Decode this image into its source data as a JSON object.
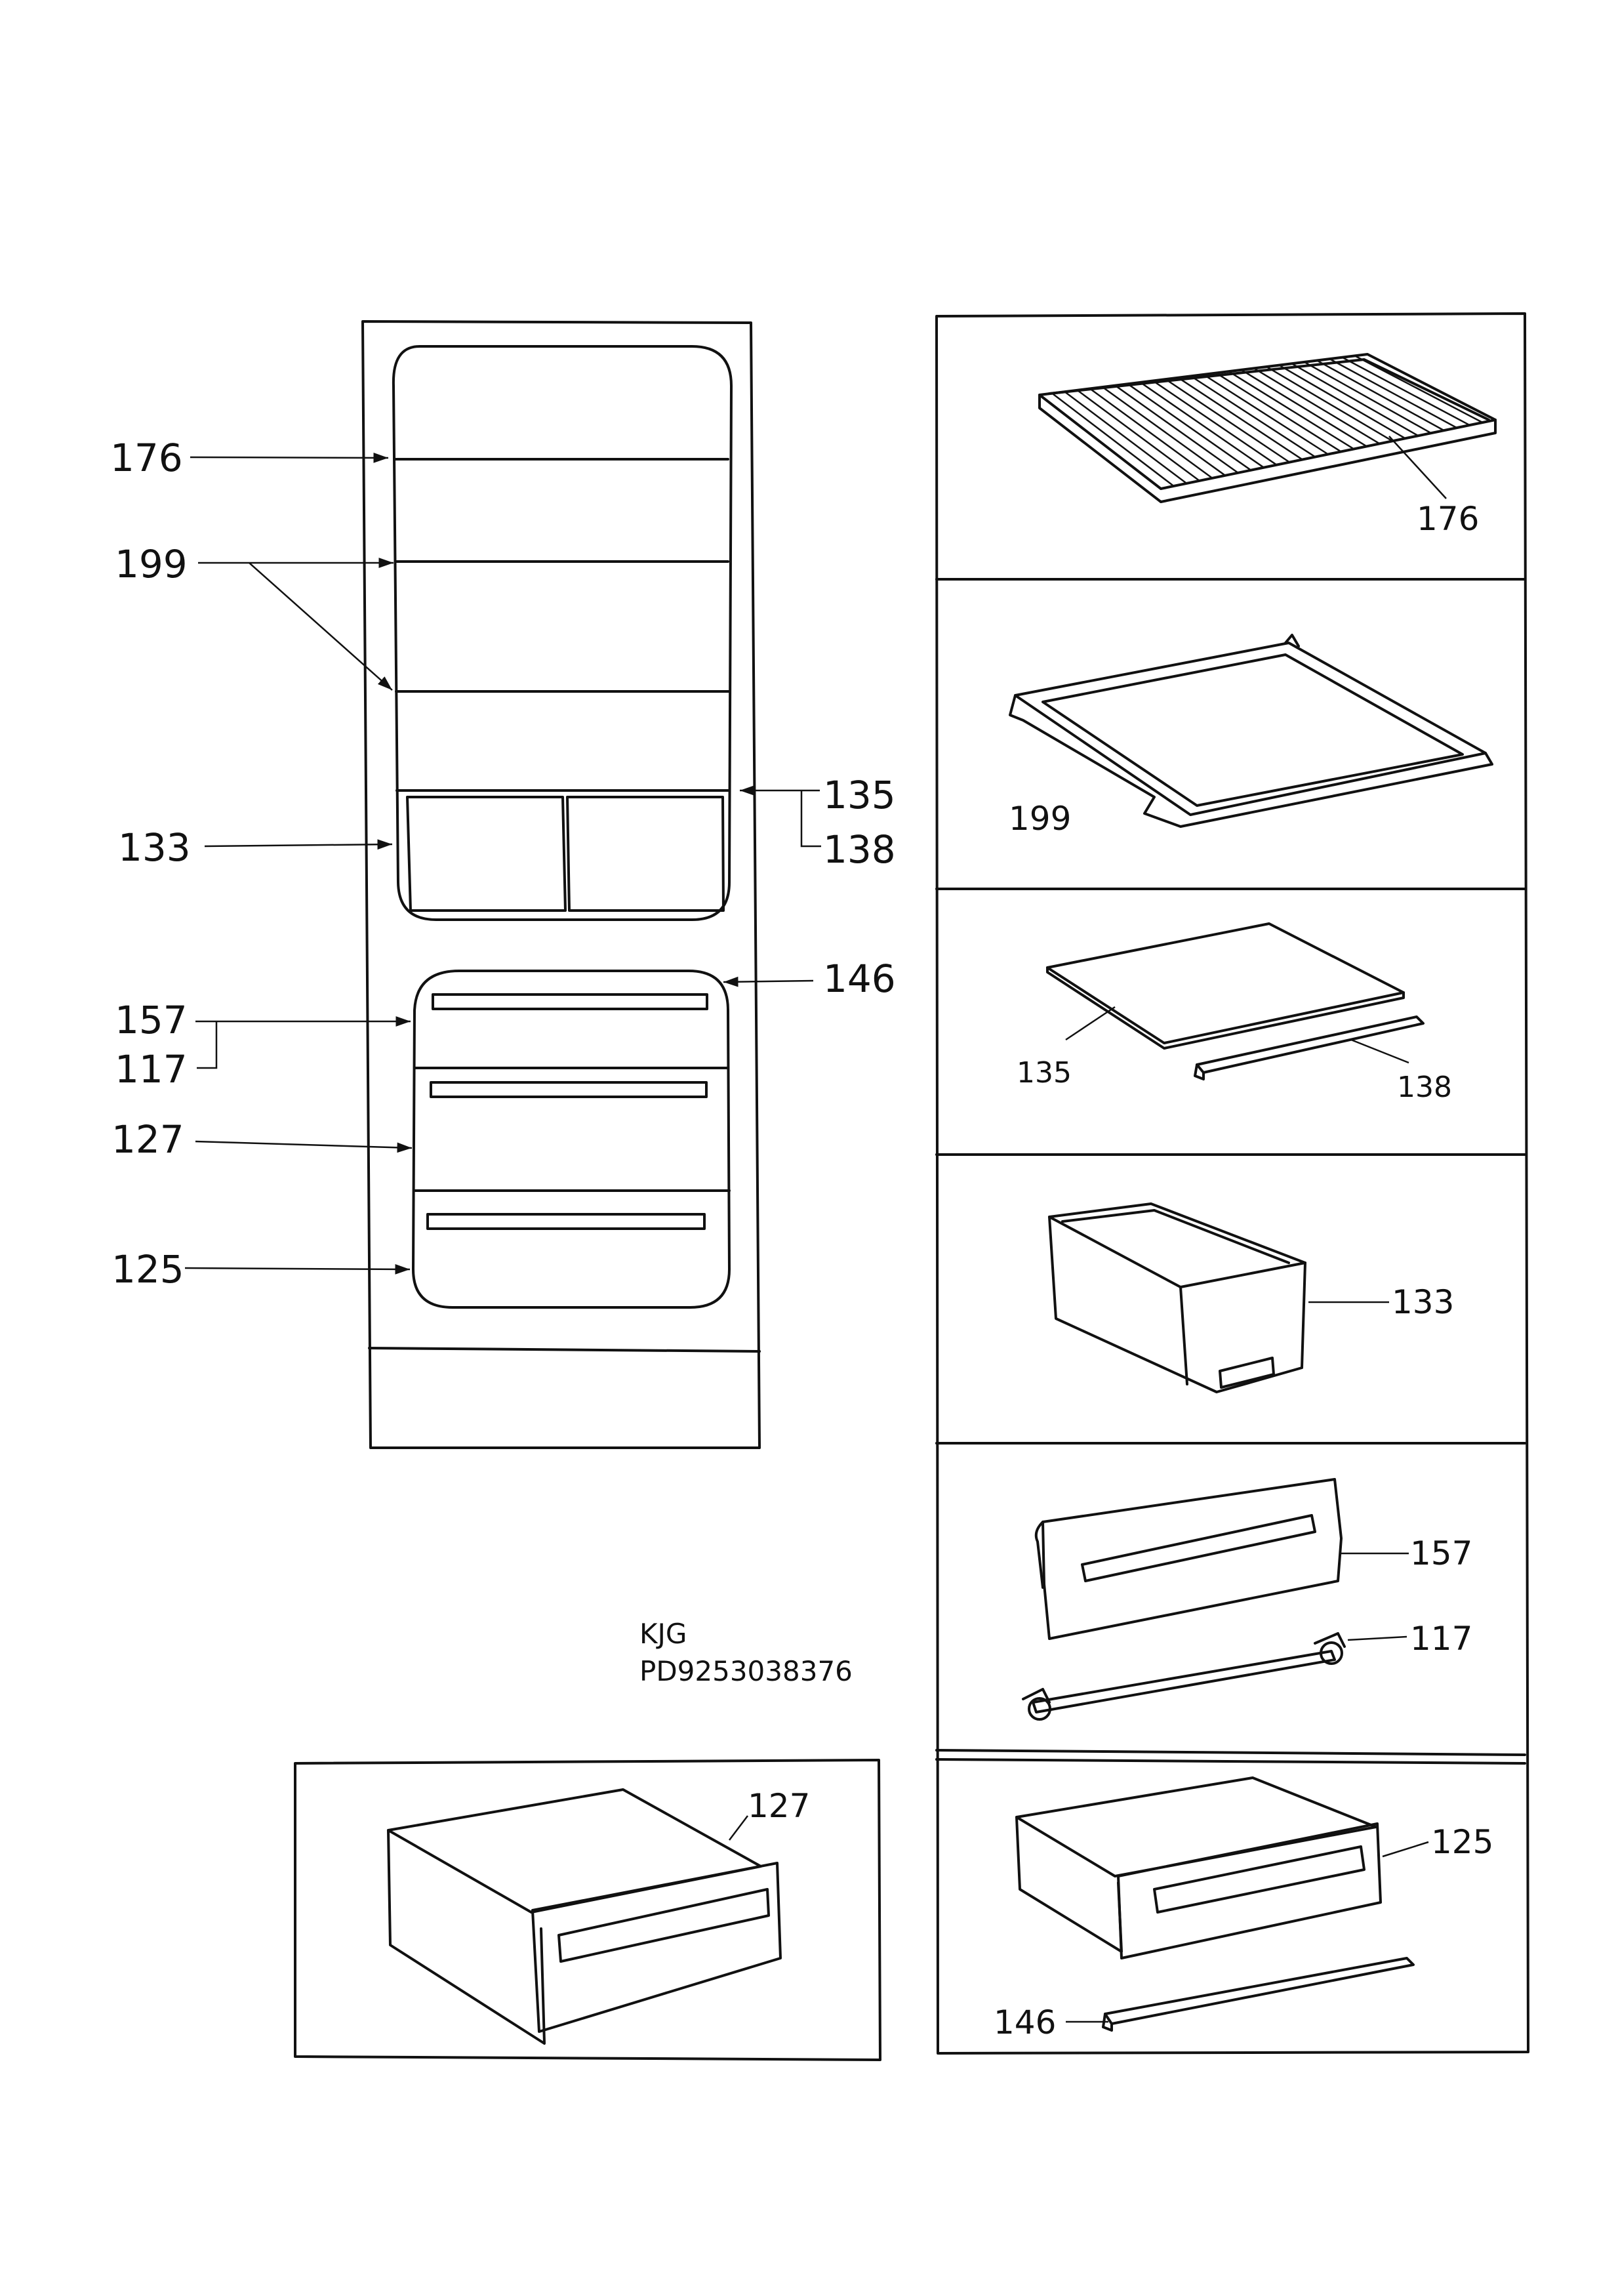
{
  "diagram": {
    "model_code": "KJG",
    "product_number": "PD9253038376",
    "overview_labels": [
      "176",
      "199",
      "135",
      "138",
      "133",
      "146",
      "157",
      "117",
      "127",
      "125"
    ],
    "parts": [
      {
        "id": "176",
        "label": "176"
      },
      {
        "id": "199",
        "label": "199"
      },
      {
        "id": "135",
        "label": "135"
      },
      {
        "id": "138",
        "label": "138"
      },
      {
        "id": "133",
        "label": "133"
      },
      {
        "id": "157",
        "label": "157"
      },
      {
        "id": "117",
        "label": "117"
      },
      {
        "id": "127",
        "label": "127"
      },
      {
        "id": "125",
        "label": "125"
      },
      {
        "id": "146",
        "label": "146"
      }
    ]
  }
}
